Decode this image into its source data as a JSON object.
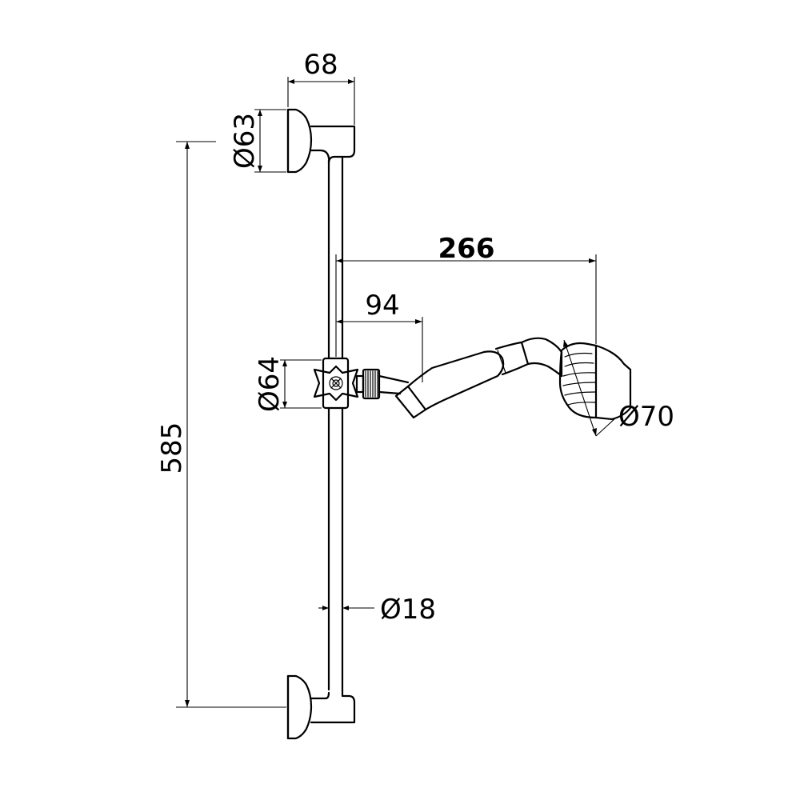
{
  "dimensions": {
    "bracket_projection": "68",
    "bracket_diameter": "Ø63",
    "overall_length": "585",
    "head_reach": "266",
    "riser_offset": "94",
    "slider_diameter": "Ø64",
    "head_diameter": "Ø70",
    "rail_diameter": "Ø18"
  }
}
